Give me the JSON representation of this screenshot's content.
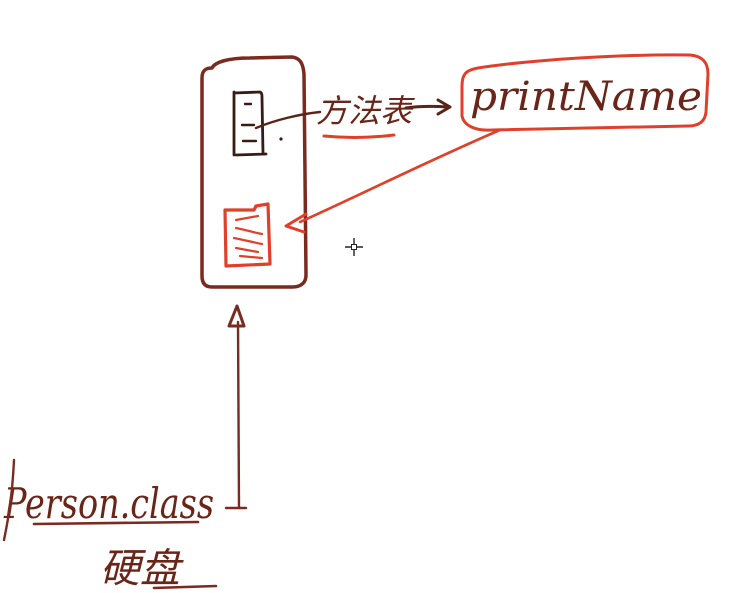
{
  "colors": {
    "ink_brown": "#7a2a1e",
    "ink_red": "#e0402a",
    "ink_dark": "#3a1a14",
    "background": "#ffffff"
  },
  "labels": {
    "method_table": "方法表",
    "print_name": "printName",
    "person_class": "Person.class",
    "hard_disk": "硬盘"
  },
  "icons": {
    "cursor": "crosshair-cursor-icon",
    "top_doc": "document-icon",
    "bottom_doc": "document-icon"
  }
}
